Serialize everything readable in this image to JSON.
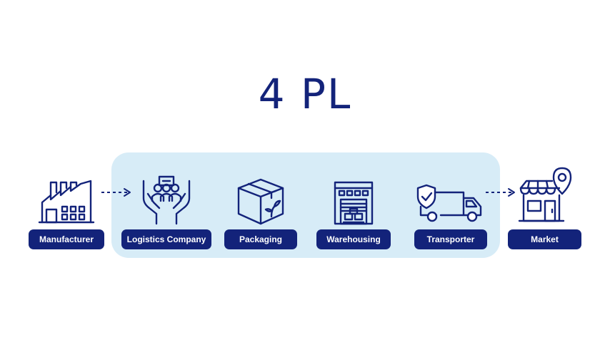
{
  "title": "4 PL",
  "steps": [
    {
      "label": "Manufacturer",
      "icon": "factory-icon"
    },
    {
      "label": "Logistics Company",
      "icon": "hands-people-icon"
    },
    {
      "label": "Packaging",
      "icon": "box-icon"
    },
    {
      "label": "Warehousing",
      "icon": "warehouse-icon"
    },
    {
      "label": "Transporter",
      "icon": "truck-shield-icon"
    },
    {
      "label": "Market",
      "icon": "store-location-icon"
    }
  ],
  "colors": {
    "primary": "#13237a",
    "highlight": "#d7ecf7",
    "background": "#ffffff"
  }
}
